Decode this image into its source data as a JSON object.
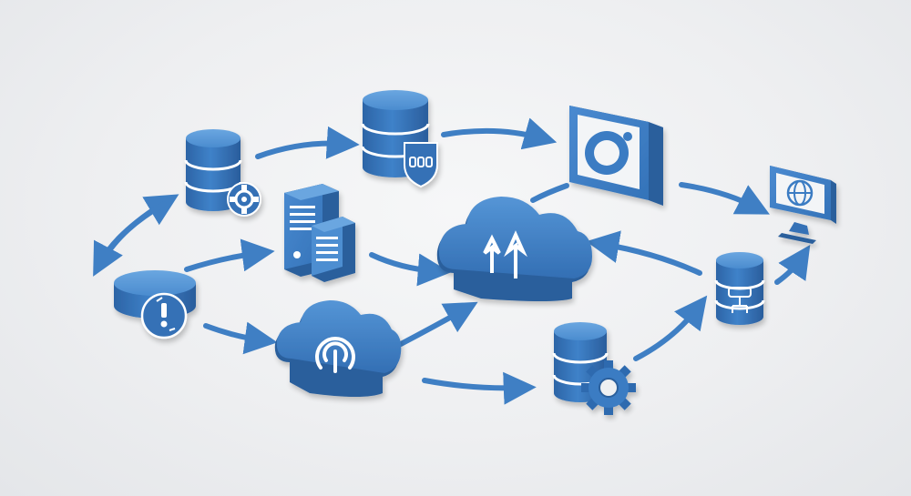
{
  "diagram": {
    "style": "isometric data-flow network",
    "colors": {
      "background": "#eef0f2",
      "primary": "#3a7cc3",
      "primary_light": "#5d9ad6",
      "primary_dark": "#2a5f9c",
      "arrow": "#3f7fc4",
      "glyph": "#ffffff"
    },
    "nodes": [
      {
        "id": "database-gear",
        "icon": "database-with-gear-icon"
      },
      {
        "id": "database-shield",
        "icon": "database-with-shield-icon"
      },
      {
        "id": "video-monitor",
        "icon": "monitor-with-camera-icon"
      },
      {
        "id": "globe-computer",
        "icon": "desktop-globe-icon"
      },
      {
        "id": "database-alert",
        "icon": "database-with-warning-icon"
      },
      {
        "id": "server-rack",
        "icon": "server-tower-icon"
      },
      {
        "id": "cloud-upload",
        "icon": "cloud-upload-icon"
      },
      {
        "id": "cloud-sync",
        "icon": "cloud-sync-icon"
      },
      {
        "id": "database-settings",
        "icon": "database-with-cog-icon"
      },
      {
        "id": "database-network",
        "icon": "database-with-network-icon"
      }
    ],
    "connections": [
      {
        "from": "database-gear",
        "to": "database-shield"
      },
      {
        "from": "database-shield",
        "to": "video-monitor"
      },
      {
        "from": "video-monitor",
        "to": "globe-computer"
      },
      {
        "from": "database-alert",
        "to": "database-gear"
      },
      {
        "from": "database-alert",
        "to": "server-rack"
      },
      {
        "from": "database-alert",
        "to": "cloud-sync"
      },
      {
        "from": "server-rack",
        "to": "cloud-upload"
      },
      {
        "from": "video-monitor",
        "to": "cloud-upload"
      },
      {
        "from": "cloud-sync",
        "to": "cloud-upload"
      },
      {
        "from": "cloud-sync",
        "to": "database-settings"
      },
      {
        "from": "database-network",
        "to": "cloud-upload"
      },
      {
        "from": "database-settings",
        "to": "database-network"
      },
      {
        "from": "database-network",
        "to": "globe-computer"
      }
    ]
  }
}
